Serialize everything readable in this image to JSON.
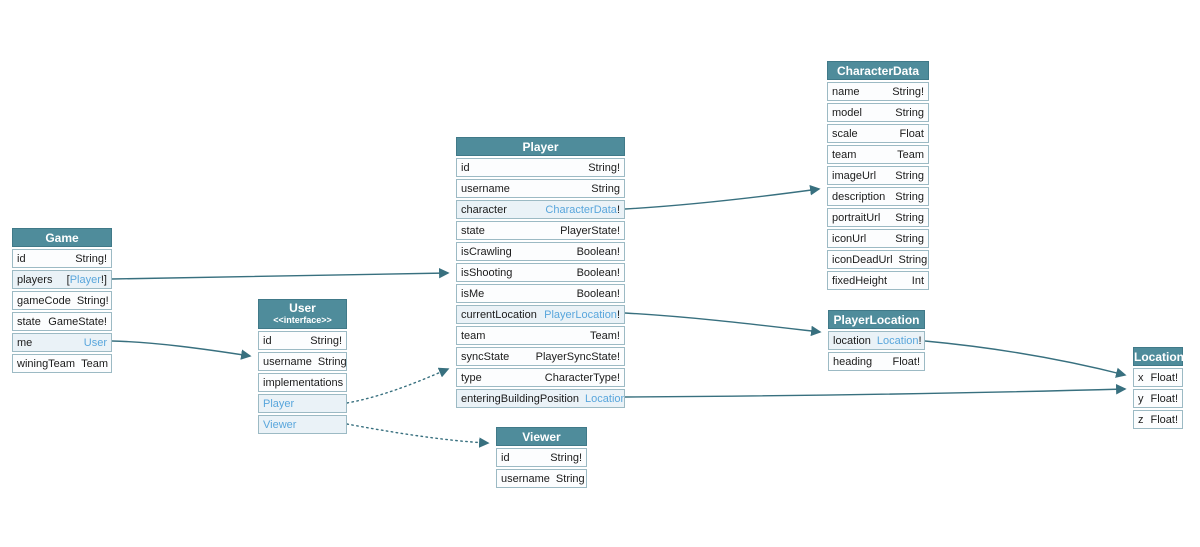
{
  "colors": {
    "header_bg": "#4f8c9b",
    "header_text": "#ffffff",
    "row_border": "#9cbac4",
    "row_bg": "#fcfdfe",
    "row_bg_link": "#eaf2f7",
    "type_link": "#59a6dc",
    "edge": "#38707f",
    "text": "#1b1b1b"
  },
  "tables": {
    "game": {
      "title": "Game",
      "rows": [
        {
          "field": "id",
          "type": "String!"
        },
        {
          "field": "players",
          "pre": "[",
          "link": "Player",
          "suf": "!]"
        },
        {
          "field": "gameCode",
          "type": "String!"
        },
        {
          "field": "state",
          "type": "GameState!"
        },
        {
          "field": "me",
          "link": "User"
        },
        {
          "field": "winingTeam",
          "type": "Team"
        }
      ]
    },
    "user": {
      "title": "User",
      "subtitle": "<<interface>>",
      "rows": [
        {
          "field": "id",
          "type": "String!"
        },
        {
          "field": "username",
          "type": "String"
        },
        {
          "label": "implementations"
        },
        {
          "link_item": "Player"
        },
        {
          "link_item": "Viewer"
        }
      ]
    },
    "player": {
      "title": "Player",
      "rows": [
        {
          "field": "id",
          "type": "String!"
        },
        {
          "field": "username",
          "type": "String"
        },
        {
          "field": "character",
          "link": "CharacterData",
          "suf": "!"
        },
        {
          "field": "state",
          "type": "PlayerState!"
        },
        {
          "field": "isCrawling",
          "type": "Boolean!"
        },
        {
          "field": "isShooting",
          "type": "Boolean!"
        },
        {
          "field": "isMe",
          "type": "Boolean!"
        },
        {
          "field": "currentLocation",
          "link": "PlayerLocation",
          "suf": "!"
        },
        {
          "field": "team",
          "type": "Team!"
        },
        {
          "field": "syncState",
          "type": "PlayerSyncState!"
        },
        {
          "field": "type",
          "type": "CharacterType!"
        },
        {
          "field": "enteringBuildingPosition",
          "link": "Location"
        }
      ]
    },
    "viewer": {
      "title": "Viewer",
      "rows": [
        {
          "field": "id",
          "type": "String!"
        },
        {
          "field": "username",
          "type": "String"
        }
      ]
    },
    "characterdata": {
      "title": "CharacterData",
      "rows": [
        {
          "field": "name",
          "type": "String!"
        },
        {
          "field": "model",
          "type": "String"
        },
        {
          "field": "scale",
          "type": "Float"
        },
        {
          "field": "team",
          "type": "Team"
        },
        {
          "field": "imageUrl",
          "type": "String"
        },
        {
          "field": "description",
          "type": "String"
        },
        {
          "field": "portraitUrl",
          "type": "String"
        },
        {
          "field": "iconUrl",
          "type": "String"
        },
        {
          "field": "iconDeadUrl",
          "type": "String"
        },
        {
          "field": "fixedHeight",
          "type": "Int"
        }
      ]
    },
    "playerlocation": {
      "title": "PlayerLocation",
      "rows": [
        {
          "field": "location",
          "link": "Location",
          "suf": "!"
        },
        {
          "field": "heading",
          "type": "Float!"
        }
      ]
    },
    "location": {
      "title": "Location",
      "rows": [
        {
          "field": "x",
          "type": "Float!"
        },
        {
          "field": "y",
          "type": "Float!"
        },
        {
          "field": "z",
          "type": "Float!"
        }
      ]
    }
  },
  "edges": [
    {
      "from": "Game.players",
      "to": "Player",
      "style": "solid"
    },
    {
      "from": "Game.me",
      "to": "User",
      "style": "solid"
    },
    {
      "from": "User.Player",
      "to": "Player",
      "style": "dotted"
    },
    {
      "from": "User.Viewer",
      "to": "Viewer",
      "style": "dotted"
    },
    {
      "from": "Player.character",
      "to": "CharacterData",
      "style": "solid"
    },
    {
      "from": "Player.currentLocation",
      "to": "PlayerLocation",
      "style": "solid"
    },
    {
      "from": "Player.enteringBuildingPosition",
      "to": "Location",
      "style": "solid"
    },
    {
      "from": "PlayerLocation.location",
      "to": "Location",
      "style": "solid"
    }
  ]
}
